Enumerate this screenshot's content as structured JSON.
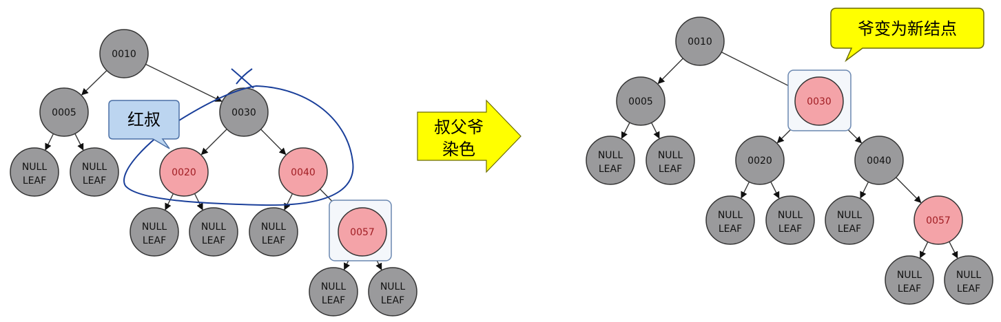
{
  "colors": {
    "black_node": "#9a9a9c",
    "red_node": "#f4a3a8",
    "red_node_stroke": "#c0393f",
    "red_text": "#a11d23",
    "callout_blue": "#bcd5f0",
    "callout_yellow": "#ffff00",
    "arrow_yellow": "#ffff00",
    "ink_blue": "#1a3f9a",
    "highlight_box": "#6a87b0"
  },
  "left_tree": {
    "nodes": [
      {
        "id": "n10",
        "label": "0010",
        "color": "black"
      },
      {
        "id": "n5",
        "label": "0005",
        "color": "black"
      },
      {
        "id": "n30",
        "label": "0030",
        "color": "black"
      },
      {
        "id": "n20",
        "label": "0020",
        "color": "red"
      },
      {
        "id": "n40",
        "label": "0040",
        "color": "red"
      },
      {
        "id": "n57",
        "label": "0057",
        "color": "red",
        "highlighted": true
      },
      {
        "id": "l1",
        "label": "NULL\nLEAF",
        "color": "black"
      },
      {
        "id": "l2",
        "label": "NULL\nLEAF",
        "color": "black"
      },
      {
        "id": "l3",
        "label": "NULL\nLEAF",
        "color": "black"
      },
      {
        "id": "l4",
        "label": "NULL\nLEAF",
        "color": "black"
      },
      {
        "id": "l5",
        "label": "NULL\nLEAF",
        "color": "black"
      },
      {
        "id": "l6",
        "label": "NULL\nLEAF",
        "color": "black"
      },
      {
        "id": "l7",
        "label": "NULL\nLEAF",
        "color": "black"
      }
    ],
    "edges": [
      [
        "n10",
        "n5"
      ],
      [
        "n10",
        "n30"
      ],
      [
        "n5",
        "l1"
      ],
      [
        "n5",
        "l2"
      ],
      [
        "n30",
        "n20"
      ],
      [
        "n30",
        "n40"
      ],
      [
        "n20",
        "l3"
      ],
      [
        "n20",
        "l4"
      ],
      [
        "n40",
        "l5"
      ],
      [
        "n40",
        "n57"
      ],
      [
        "n57",
        "l6"
      ],
      [
        "n57",
        "l7"
      ]
    ],
    "callout": "红叔"
  },
  "middle_arrow": {
    "line1": "叔父爷",
    "line2": "染色"
  },
  "right_tree": {
    "nodes": [
      {
        "id": "r10",
        "label": "0010",
        "color": "black"
      },
      {
        "id": "r5",
        "label": "0005",
        "color": "black"
      },
      {
        "id": "r30",
        "label": "0030",
        "color": "red",
        "highlighted": true
      },
      {
        "id": "r20",
        "label": "0020",
        "color": "black"
      },
      {
        "id": "r40",
        "label": "0040",
        "color": "black"
      },
      {
        "id": "r57",
        "label": "0057",
        "color": "red"
      },
      {
        "id": "q1",
        "label": "NULL\nLEAF",
        "color": "black"
      },
      {
        "id": "q2",
        "label": "NULL\nLEAF",
        "color": "black"
      },
      {
        "id": "q3",
        "label": "NULL\nLEAF",
        "color": "black"
      },
      {
        "id": "q4",
        "label": "NULL\nLEAF",
        "color": "black"
      },
      {
        "id": "q5",
        "label": "NULL\nLEAF",
        "color": "black"
      },
      {
        "id": "q6",
        "label": "NULL\nLEAF",
        "color": "black"
      },
      {
        "id": "q7",
        "label": "NULL\nLEAF",
        "color": "black"
      }
    ],
    "edges": [
      [
        "r10",
        "r5"
      ],
      [
        "r10",
        "r30"
      ],
      [
        "r5",
        "q1"
      ],
      [
        "r5",
        "q2"
      ],
      [
        "r30",
        "r20"
      ],
      [
        "r30",
        "r40"
      ],
      [
        "r20",
        "q3"
      ],
      [
        "r20",
        "q4"
      ],
      [
        "r40",
        "q5"
      ],
      [
        "r40",
        "r57"
      ],
      [
        "r57",
        "q6"
      ],
      [
        "r57",
        "q7"
      ]
    ],
    "callout": "爷变为新结点"
  }
}
